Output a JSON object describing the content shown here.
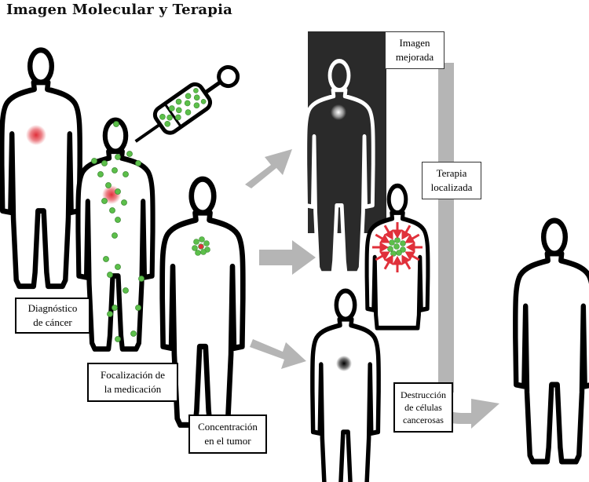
{
  "title": "Imagen Molecular y Terapia",
  "labels": {
    "diagnosis": "Diagnóstico\nde cáncer",
    "targeting": "Focalización de\nla medicación",
    "concentration": "Concentración\nen el tumor",
    "enhanced_imaging": "Imagen\nmejorada",
    "localized_therapy": "Terapia\nlocalizada",
    "destruction": "Destrucción\nde células\ncancerosas"
  },
  "colors": {
    "tumor_red": "#e0303a",
    "medication_green": "#5cbf4a",
    "arrow_gray": "#b5b5b5",
    "imaging_panel": "#2a2a2a",
    "therapy_arrow_red": "#e0303a"
  }
}
